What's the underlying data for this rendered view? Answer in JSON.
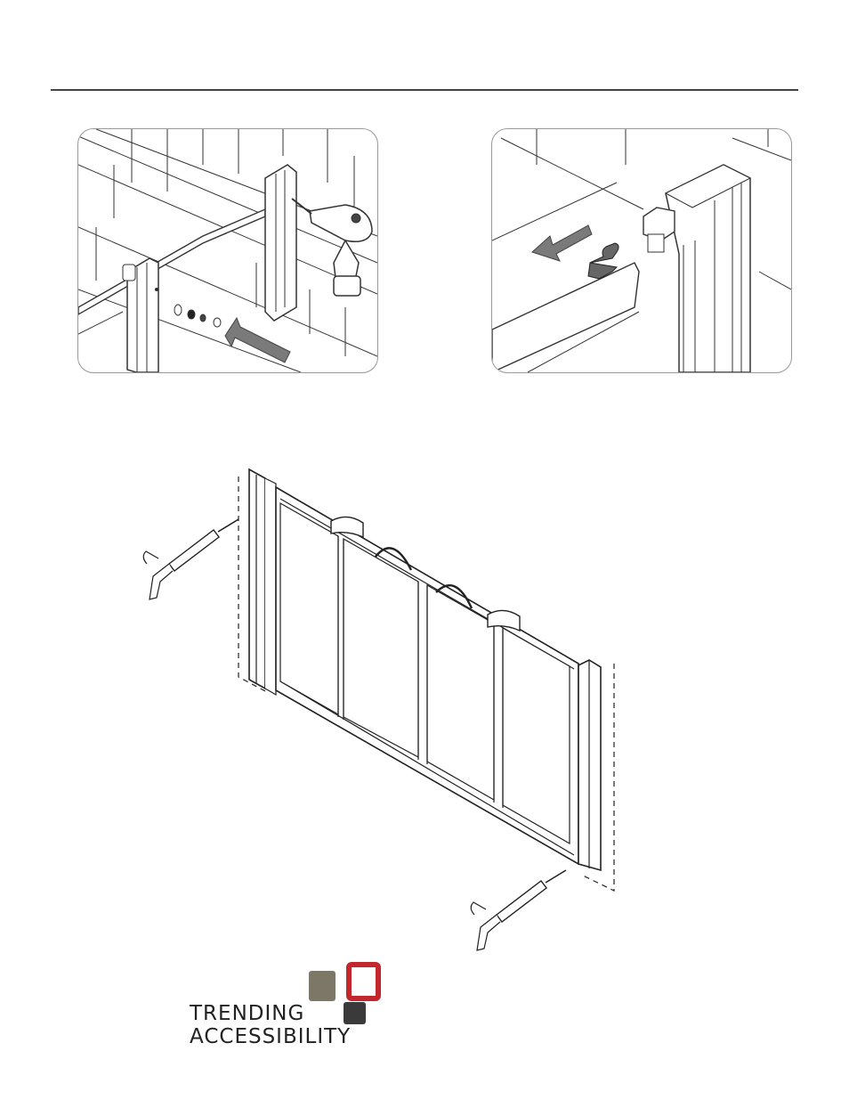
{
  "brand": {
    "line1": "TRENDING",
    "line2": "ACCESSIBILITY",
    "colors": {
      "dark": "#3a3a3a",
      "taupe": "#7d7767",
      "red": "#c1272d"
    }
  },
  "illustrations": [
    {
      "name": "step-drill-install",
      "icon": "drill-icon"
    },
    {
      "name": "step-clip-remove",
      "icon": "clip-icon"
    },
    {
      "name": "step-seal-panel",
      "icon": "caulking-gun-icon"
    }
  ]
}
